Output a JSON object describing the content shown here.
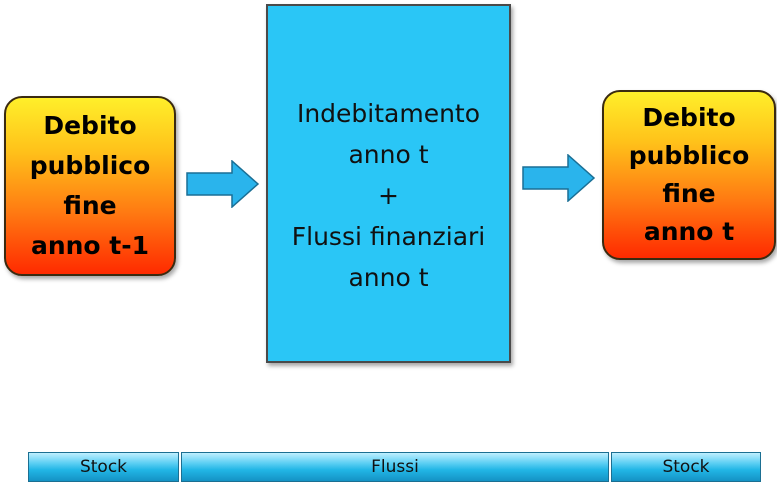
{
  "left_box": {
    "lines": [
      "Debito",
      "pubblico",
      "fine",
      "anno t-1"
    ]
  },
  "center_box": {
    "lines": [
      "Indebitamento",
      "anno t",
      "+",
      "Flussi finanziari",
      "anno t"
    ]
  },
  "right_box": {
    "lines": [
      "Debito",
      "pubblico",
      "fine",
      "anno t"
    ]
  },
  "bottom_bar": {
    "stock_left": "Stock",
    "flussi": "Flussi",
    "stock_right": "Stock"
  },
  "colors": {
    "center_fill": "#2ac6f6",
    "arrow_fill": "#2ab4ec",
    "gradient_top": "#ffef2a",
    "gradient_bottom": "#ff2a00"
  }
}
